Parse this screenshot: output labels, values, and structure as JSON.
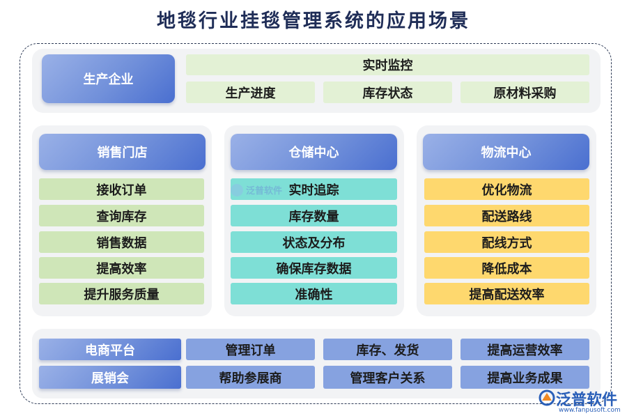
{
  "title": "地毯行业挂毯管理系统的应用场景",
  "top": {
    "head": "生产企业",
    "banner": "实时监控",
    "items": [
      "生产进度",
      "库存状态",
      "原材料采购"
    ]
  },
  "columns": [
    {
      "head": "销售门店",
      "items": [
        "接收订单",
        "查询库存",
        "销售数据",
        "提高效率",
        "提升服务质量"
      ]
    },
    {
      "head": "仓储中心",
      "items": [
        "实时追踪",
        "库存数量",
        "状态及分布",
        "确保库存数据",
        "准确性"
      ]
    },
    {
      "head": "物流中心",
      "items": [
        "优化物流",
        "配送路线",
        "配线方式",
        "降低成本",
        "提高配送效率"
      ]
    }
  ],
  "bottom": [
    {
      "head": "电商平台",
      "items": [
        "管理订单",
        "库存、发货",
        "提高运营效率"
      ]
    },
    {
      "head": "展销会",
      "items": [
        "帮助参展商",
        "管理客户关系",
        "提高业务成果"
      ]
    }
  ],
  "watermark": "泛普软件",
  "brand": {
    "name": "泛普软件",
    "url": "www.fanpusoft.com"
  },
  "colors": {
    "green": "#cfe6b8",
    "teal": "#7edfd6",
    "yellow": "#fed86e",
    "blue": "#86a2e0",
    "title": "#1f2d57"
  }
}
